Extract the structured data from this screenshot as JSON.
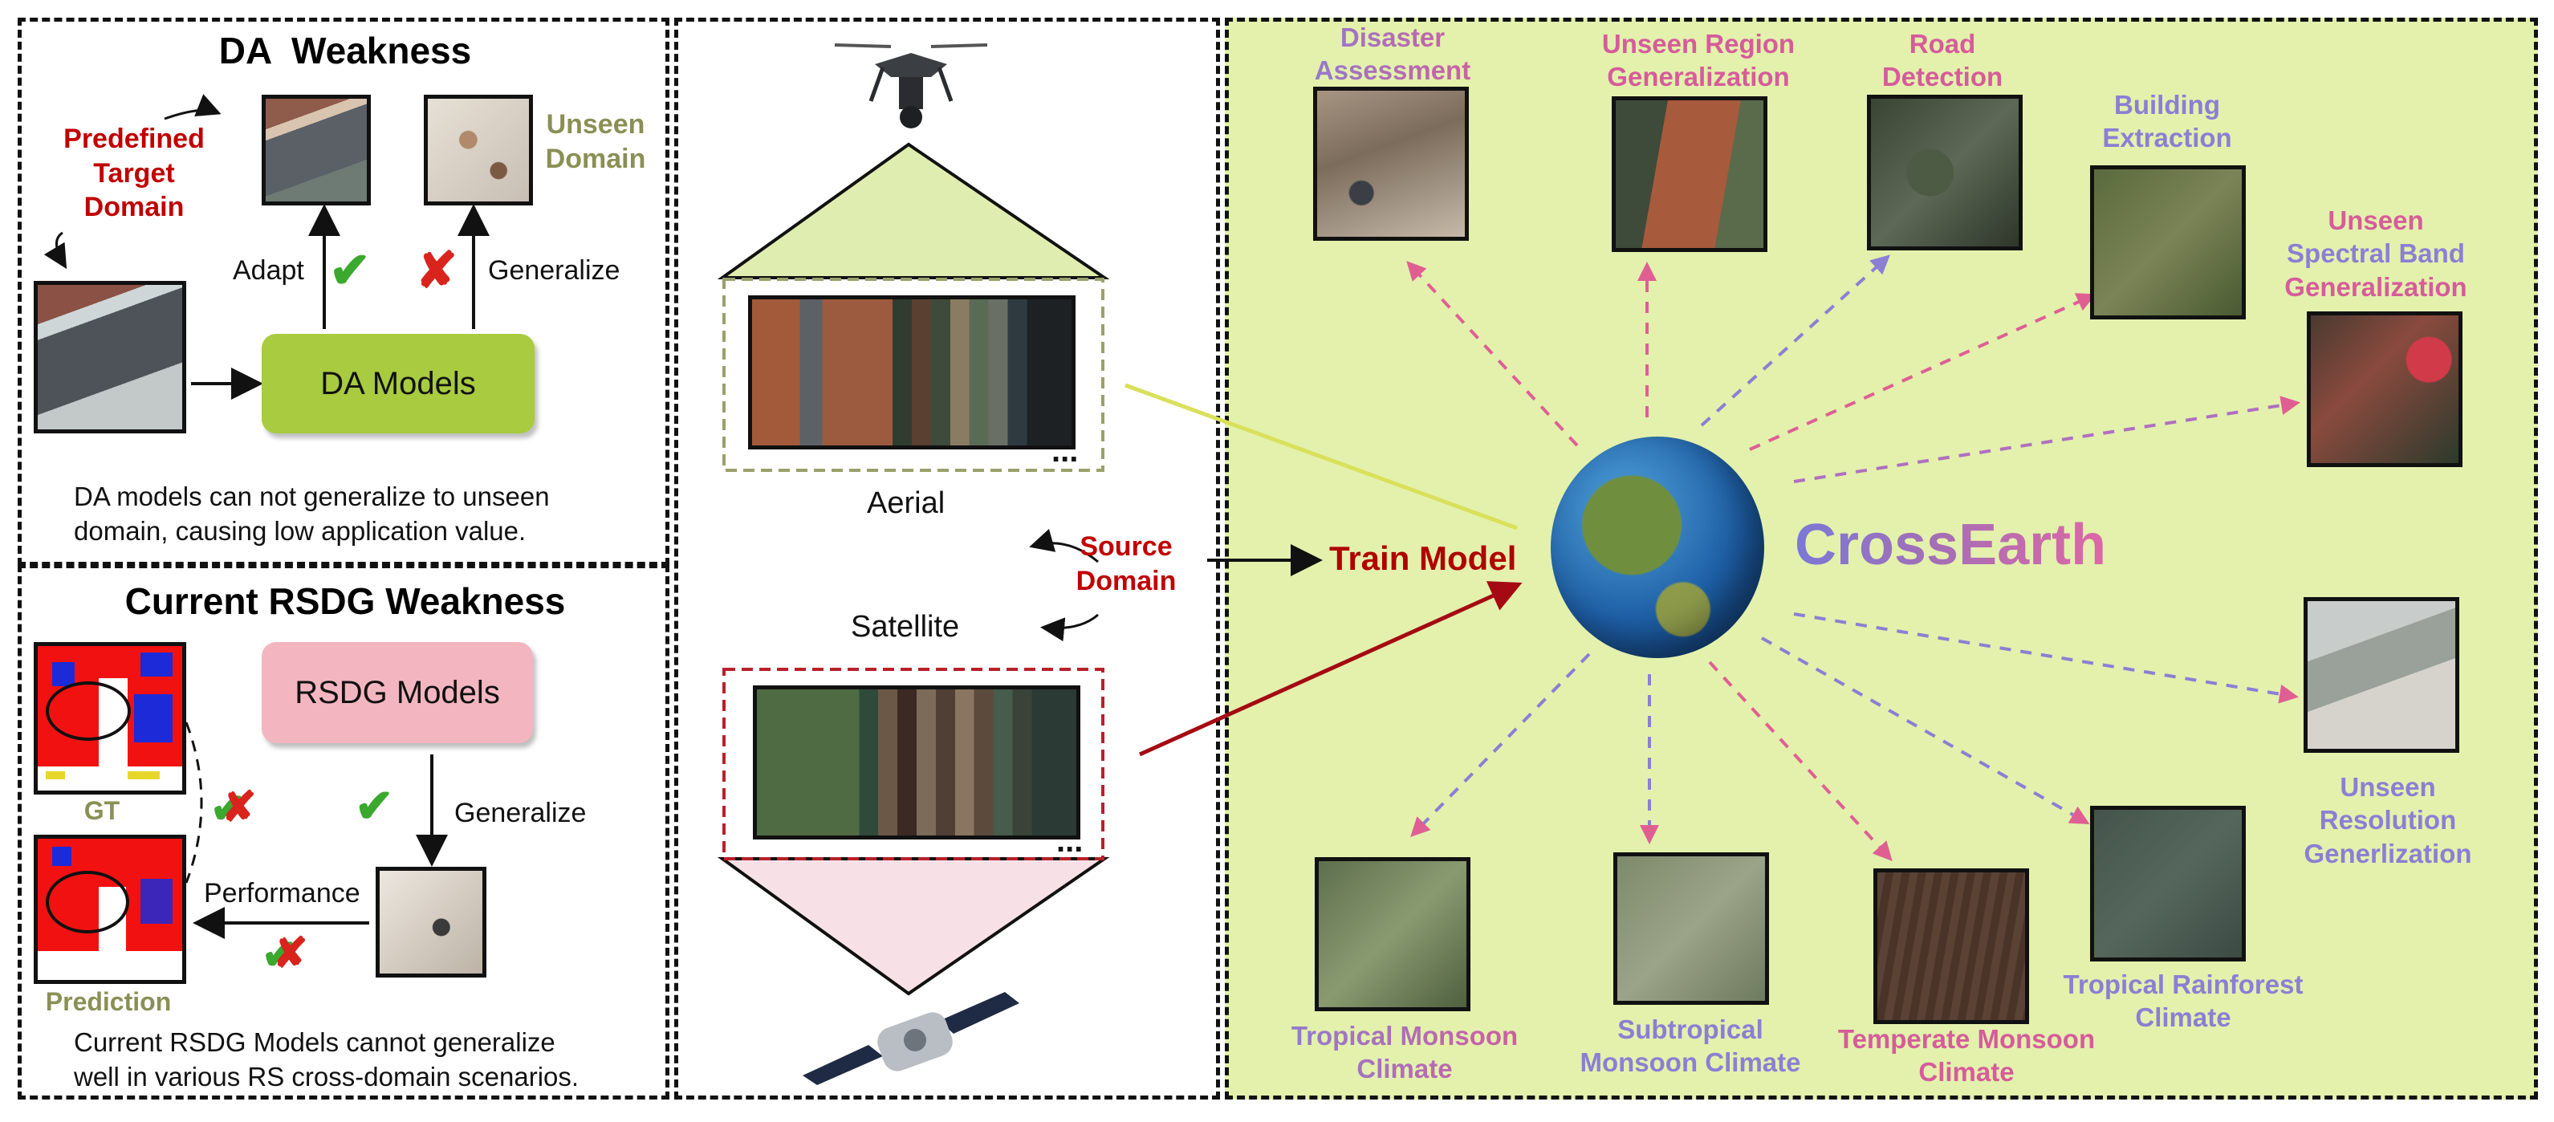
{
  "colors": {
    "label_purple": "#7f73c9",
    "label_pink": "#d65c9a",
    "label_olive": "#8a8f55",
    "label_red": "#c00000",
    "green_bg": "#e3f1ad",
    "da_button": "#a8cb3f",
    "rsdg_button": "#f3b6c0"
  },
  "da_panel": {
    "title": "DA  Weakness",
    "predefined_target": "Predefined\nTarget\nDomain",
    "unseen_domain": "Unseen\nDomain",
    "adapt": "Adapt",
    "generalize": "Generalize",
    "button": "DA Models",
    "note": "DA models can not  generalize to unseen\ndomain, causing low application value."
  },
  "rsdg_panel": {
    "title": "Current RSDG Weakness",
    "button": "RSDG Models",
    "generalize": "Generalize",
    "performance": "Performance",
    "gt": "GT",
    "prediction": "Prediction",
    "note": "Current RSDG Models cannot generalize\nwell in various RS cross-domain scenarios."
  },
  "source_panel": {
    "aerial": "Aerial",
    "satellite": "Satellite",
    "source_domain": "Source\nDomain",
    "train_model": "Train Model",
    "ellipsis": "..."
  },
  "crossearth_panel": {
    "title": "CrossEarth",
    "tasks": [
      {
        "label": "Disaster\nAssessment",
        "color": "purple"
      },
      {
        "label": "Unseen Region\nGeneralization",
        "color": "pink"
      },
      {
        "label": "Road\nDetection",
        "color": "pink"
      },
      {
        "label": "Building\nExtraction",
        "color": "purple"
      },
      {
        "label": "Unseen\nSpectral Band\nGeneralization",
        "color": "mixed"
      },
      {
        "label": "Unseen\nResolution\nGenerlization",
        "color": "purple"
      },
      {
        "label": "Tropical Rainforest\nClimate",
        "color": "purple"
      },
      {
        "label": "Temperate Monsoon\nClimate",
        "color": "pink"
      },
      {
        "label": "Subtropical\nMonsoon Climate",
        "color": "purple"
      },
      {
        "label": "Tropical Monsoon\nClimate",
        "color": "purple"
      }
    ]
  }
}
